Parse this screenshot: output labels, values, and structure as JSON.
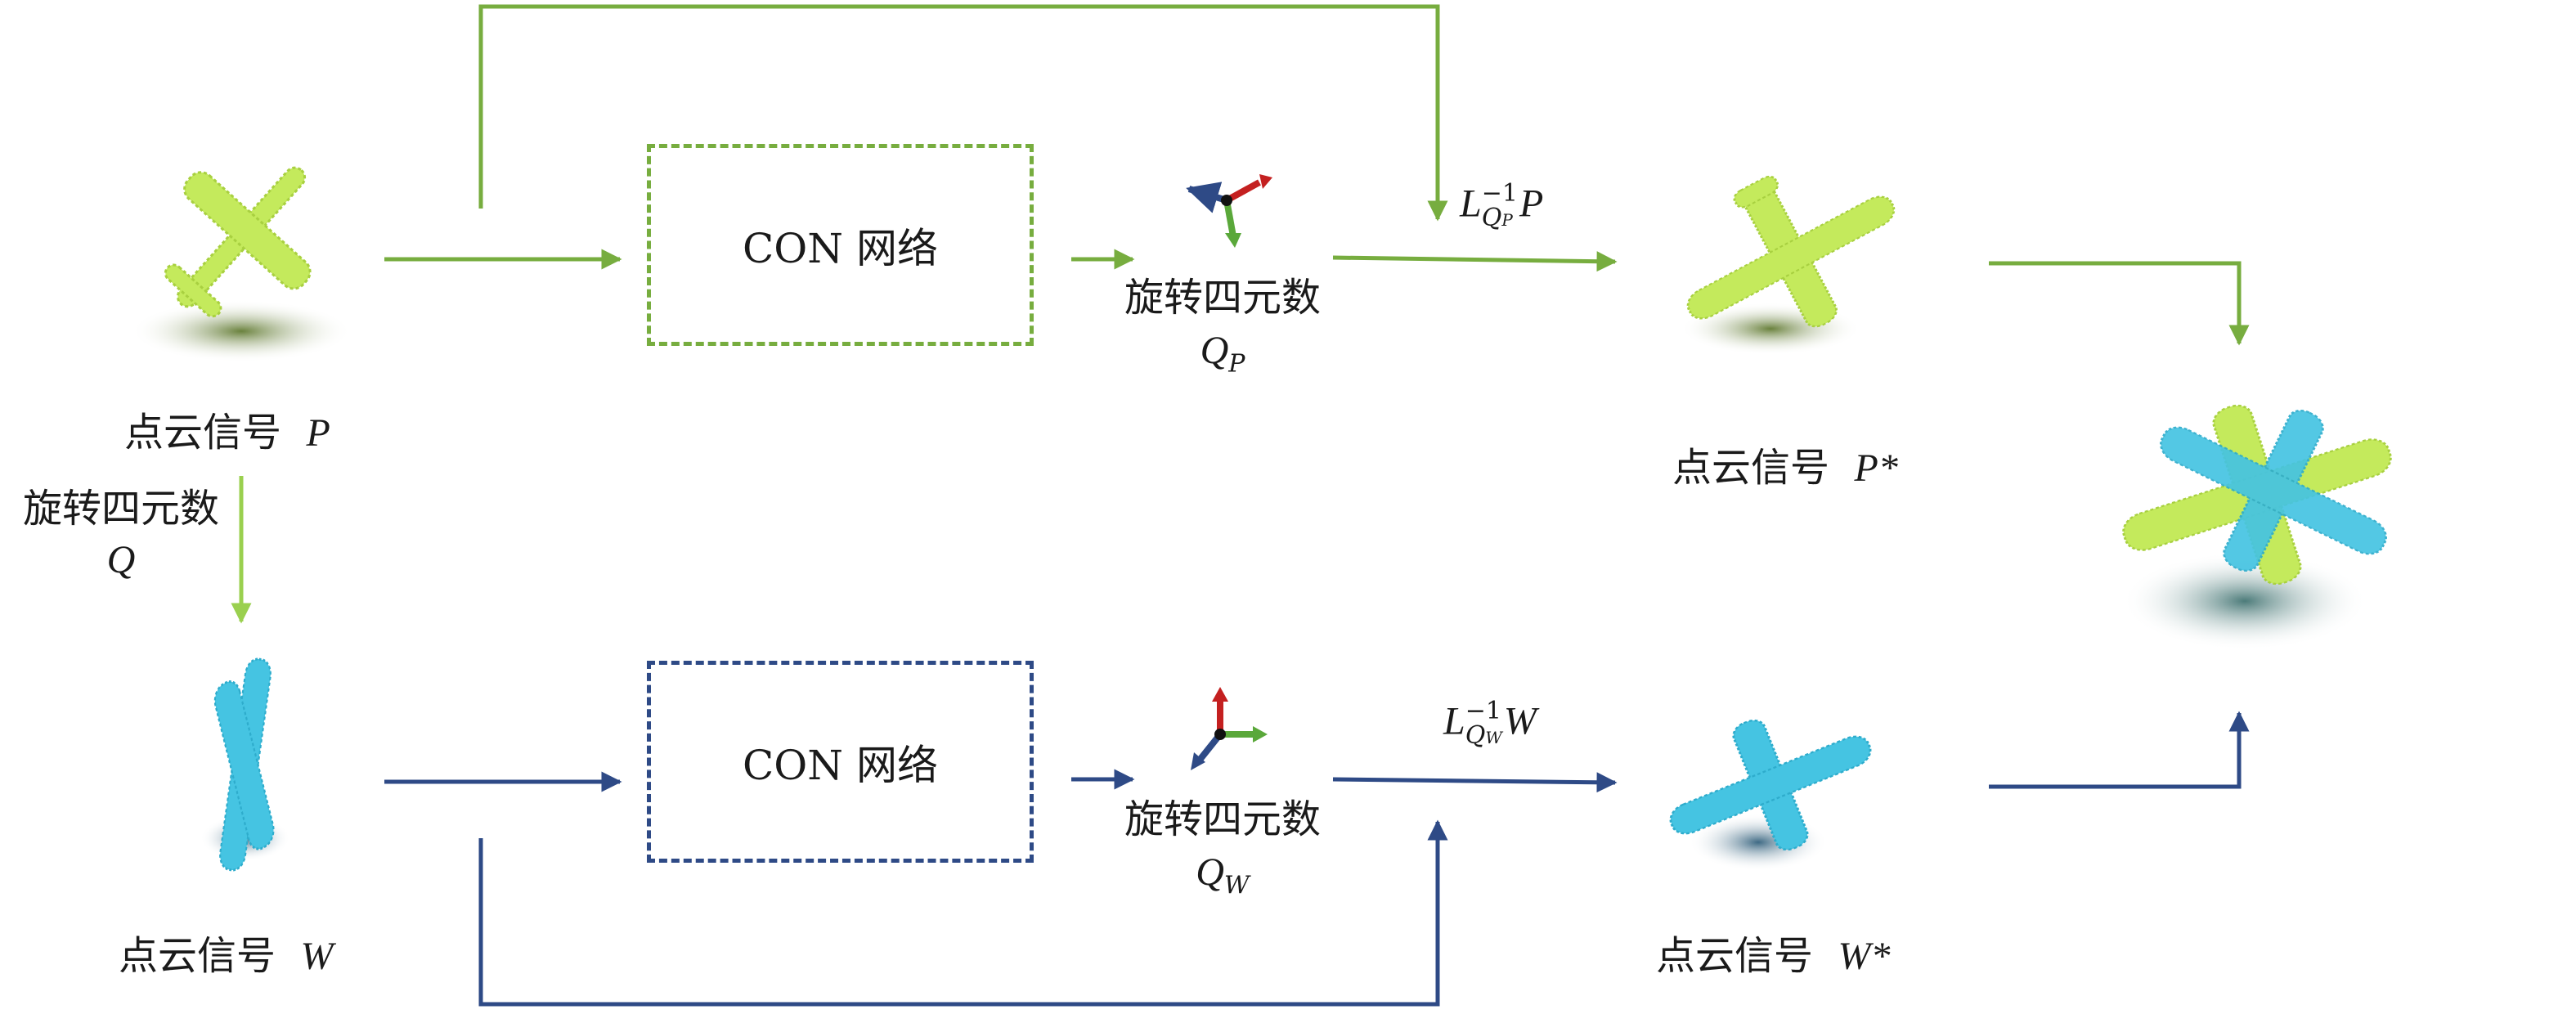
{
  "colors": {
    "green": "#77ad3f",
    "green_light": "#9ad04f",
    "blue": "#2e4a86",
    "plane_green": "#c4ea5c",
    "plane_blue": "#45c4e2"
  },
  "icons": {
    "plane": "airplane-pointcloud-icon",
    "axes": "rotation-axes-icon"
  },
  "top": {
    "input_label": "点云信号",
    "input_var": "P",
    "network_label": "CON 网络",
    "quat_label": "旋转四元数",
    "quat_var": "Q",
    "quat_sub": "P",
    "transform_L": "L",
    "transform_sup": "−1",
    "transform_sub": "Q",
    "transform_subsub": "P",
    "transform_var": "P",
    "output_label": "点云信号",
    "output_var": "P*"
  },
  "bottom": {
    "input_label": "点云信号",
    "input_var": "W",
    "network_label": "CON 网络",
    "quat_label": "旋转四元数",
    "quat_var": "Q",
    "quat_sub": "W",
    "transform_L": "L",
    "transform_sup": "−1",
    "transform_sub": "Q",
    "transform_subsub": "W",
    "transform_var": "W",
    "output_label": "点云信号",
    "output_var": "W*"
  },
  "side": {
    "rotation_label": "旋转四元数",
    "rotation_var": "Q"
  }
}
